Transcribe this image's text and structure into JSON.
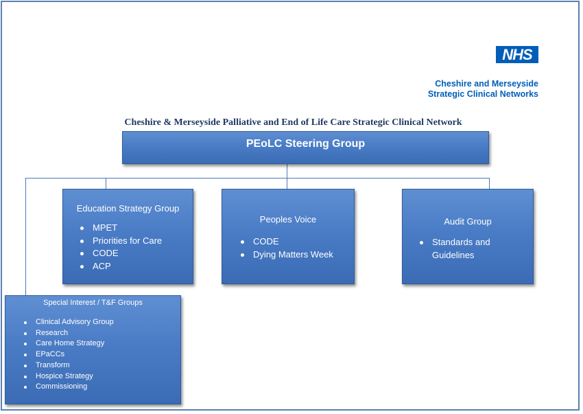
{
  "header": {
    "logo_text": "NHS",
    "org_line_1": "Cheshire and Merseyside",
    "org_line_2": "Strategic Clinical Networks"
  },
  "network_title": "Cheshire & Merseyside Palliative and End of Life Care Strategic Clinical Network",
  "steering_group": {
    "title": "PEoLC Steering Group"
  },
  "groups": [
    {
      "title": "Education Strategy Group",
      "items": [
        "MPET",
        "Priorities for Care",
        "CODE",
        "ACP"
      ]
    },
    {
      "title": "Peoples Voice",
      "items": [
        "CODE",
        "Dying Matters Week"
      ]
    },
    {
      "title": "Audit Group",
      "items": [
        "Standards and Guidelines"
      ]
    }
  ],
  "special_interest": {
    "title": "Special Interest / T&F Groups",
    "items": [
      "Clinical Advisory Group",
      "Research",
      "Care Home Strategy",
      "EPaCCs",
      "Transform",
      "Hospice Strategy",
      "Commissioning"
    ]
  },
  "colors": {
    "box_fill": "#4a7cc6",
    "box_border": "#2f5b9a",
    "connector": "#4a78b8",
    "brand_blue": "#005eb8",
    "title_navy": "#1f3864",
    "frame_border": "#5b7fb1"
  }
}
